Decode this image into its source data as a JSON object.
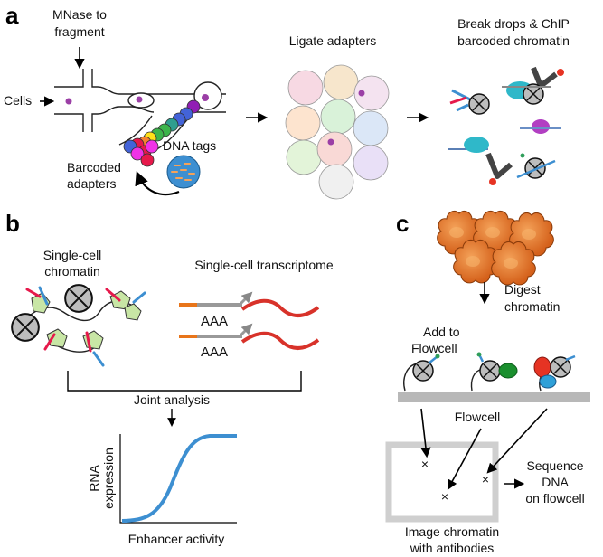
{
  "panels": {
    "a": "a",
    "b": "b",
    "c": "c"
  },
  "panel_a": {
    "mnase": "MNase to",
    "fragment": "fragment",
    "cells": "Cells",
    "dna_tags": "DNA tags",
    "barcoded": "Barcoded",
    "adapters": "adapters",
    "ligate": "Ligate adapters",
    "break_line1": "Break drops & ChIP",
    "break_line2": "barcoded chromatin"
  },
  "panel_b": {
    "sc_chrom_line1": "Single-cell",
    "sc_chrom_line2": "chromatin",
    "sc_tx": "Single-cell transcriptome",
    "aaa": "AAA",
    "joint": "Joint analysis",
    "ylabel_line1": "RNA",
    "ylabel_line2": "expression",
    "xlabel": "Enhancer activity"
  },
  "panel_c": {
    "digest_line1": "Digest",
    "digest_line2": "chromatin",
    "add_line1": "Add to",
    "add_line2": "Flowcell",
    "flowcell": "Flowcell",
    "seq_line1": "Sequence",
    "seq_line2": "DNA",
    "seq_line3": "on flowcell",
    "image_line1": "Image chromatin",
    "image_line2": "with antibodies",
    "x_mark": "×"
  },
  "colors": {
    "bead_palette": [
      "#e6194b",
      "#f58231",
      "#ffe119",
      "#3cb44b",
      "#2f9e8f",
      "#4363d8",
      "#911eb4",
      "#f032e6"
    ],
    "cell_dot": "#9b3fa6",
    "nucleus": "#e8751a",
    "curve": "#3d8fd1",
    "rna": "#d8322a",
    "polyA_orange": "#e8751a",
    "flowcell_grey": "#b8b8b8"
  }
}
